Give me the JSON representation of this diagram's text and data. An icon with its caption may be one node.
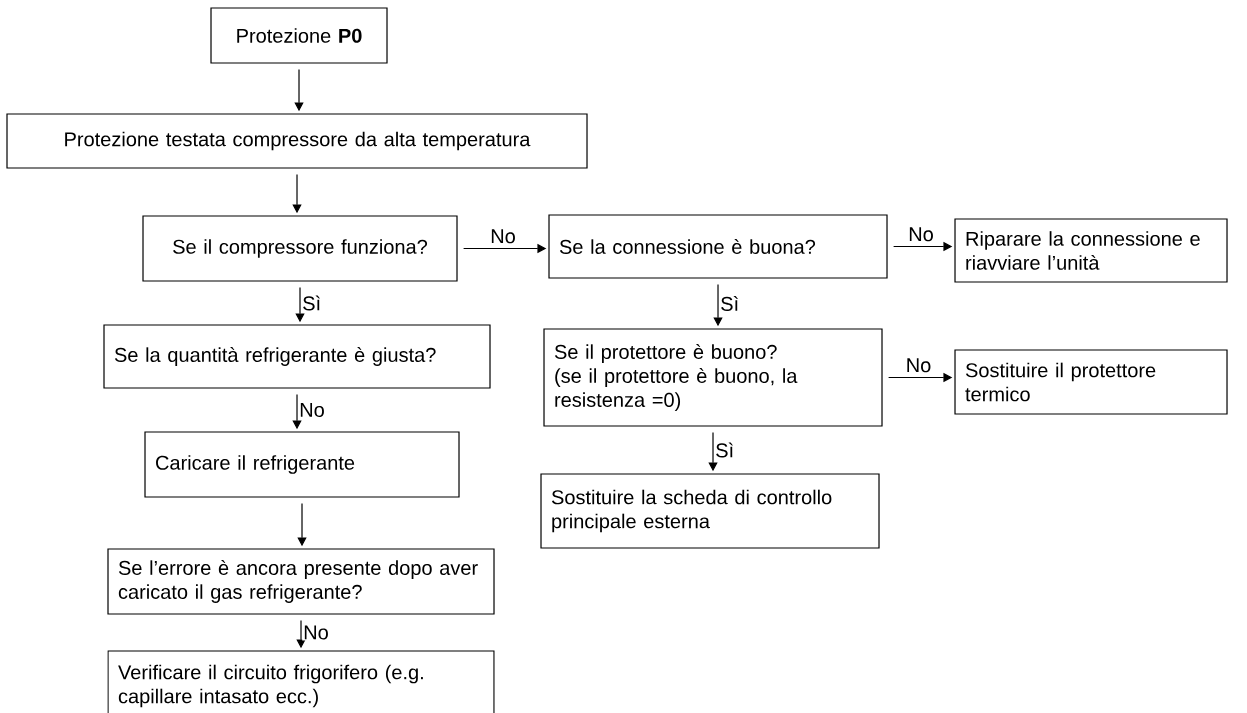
{
  "diagram": {
    "nodes": [
      {
        "text": [
          "Protezione **P0**"
        ]
      },
      {
        "text": [
          "Protezione testata compressore da alta temperatura"
        ]
      },
      {
        "text": [
          "Se il compressore funziona?"
        ]
      },
      {
        "text": [
          "Se la quantità refrigerante è giusta?"
        ]
      },
      {
        "text": [
          "Caricare il refrigerante"
        ]
      },
      {
        "text": [
          "Se l’errore è ancora presente dopo aver caricato il gas refrigerante?"
        ]
      },
      {
        "text": [
          "Verificare il circuito frigorifero (e.g. capillare intasato ecc.)"
        ]
      },
      {
        "text": [
          "Se la connessione è buona?"
        ]
      },
      {
        "text": [
          "Riparare la connessione e riavviare l’unità"
        ]
      },
      {
        "text": [
          "Se il protettore è buono?",
          "(se il protettore è buono, la resistenza =0)"
        ]
      },
      {
        "text": [
          "Sostituire il protettore termico"
        ]
      },
      {
        "text": [
          "Sostituire la scheda di controllo principale esterna"
        ]
      }
    ],
    "edges": [
      {
        "from": 0,
        "to": 1,
        "arrow": "to"
      },
      {
        "from": 1,
        "to": 2,
        "arrow": "to"
      },
      {
        "from": 2,
        "to": 7,
        "arrow": "to",
        "label": "No"
      },
      {
        "from": 7,
        "to": 8,
        "arrow": "to",
        "label": "No"
      },
      {
        "from": 2,
        "to": 3,
        "arrow": "to",
        "label": "Sì"
      },
      {
        "from": 3,
        "to": 4,
        "arrow": "to",
        "label": "No"
      },
      {
        "from": 4,
        "to": 5,
        "arrow": "to"
      },
      {
        "from": 5,
        "to": 6,
        "arrow": "to",
        "label": "No"
      },
      {
        "from": 7,
        "to": 9,
        "arrow": "to",
        "label": "Sì"
      },
      {
        "from": 9,
        "to": 10,
        "arrow": "to",
        "label": "No"
      },
      {
        "from": 9,
        "to": 11,
        "arrow": "to",
        "label": "Sì"
      }
    ]
  }
}
